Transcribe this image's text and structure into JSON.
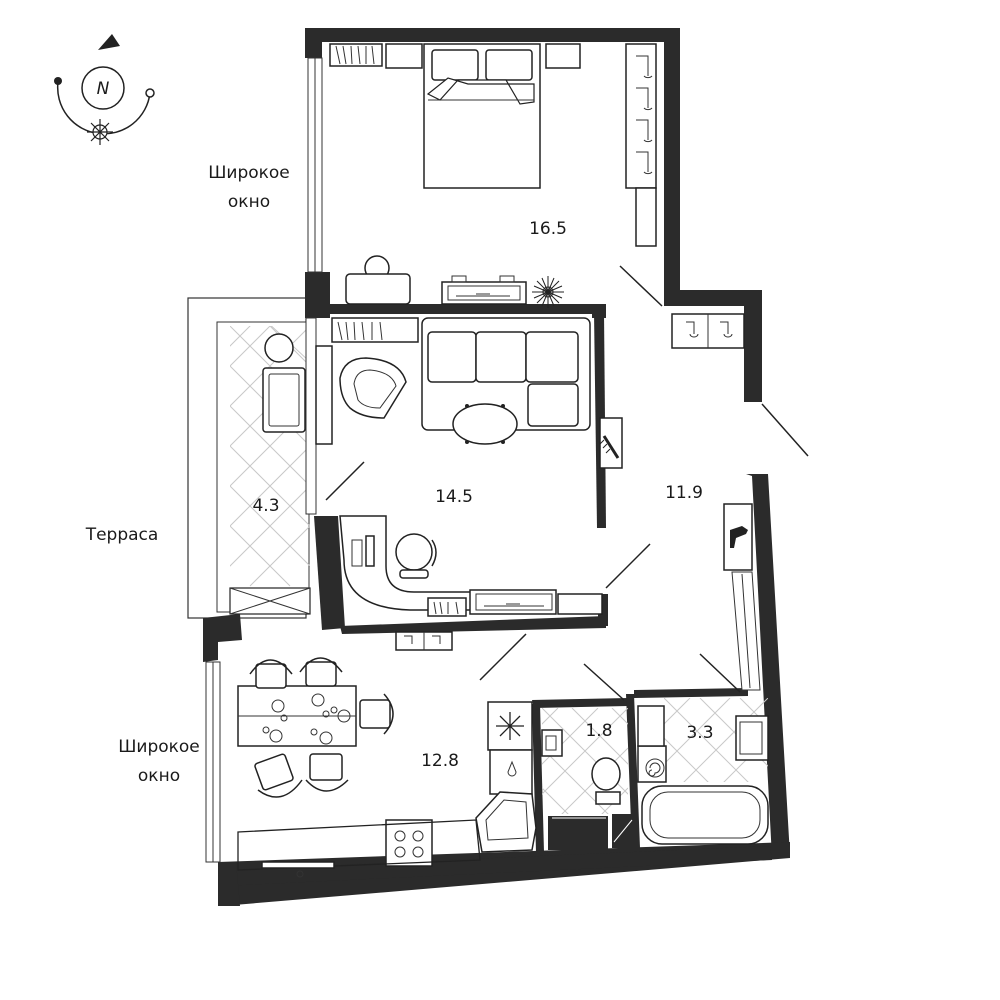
{
  "compass": {
    "letter": "N"
  },
  "labels": {
    "window_top_line1": "Широкое",
    "window_top_line2": "окно",
    "terrace": "Терраса",
    "window_bottom_line1": "Широкое",
    "window_bottom_line2": "окно"
  },
  "rooms": {
    "bedroom": "16.5",
    "living": "14.5",
    "hall": "11.9",
    "terrace": "4.3",
    "kitchen": "12.8",
    "wc": "1.8",
    "bath": "3.3"
  },
  "icons": {
    "compass": "compass-icon",
    "sun": "sun-icon",
    "fridge_snowflake": "snowflake-icon",
    "plant": "plant-icon",
    "shoe": "shoe-icon",
    "comb": "comb-icon",
    "washer": "washer-icon"
  }
}
